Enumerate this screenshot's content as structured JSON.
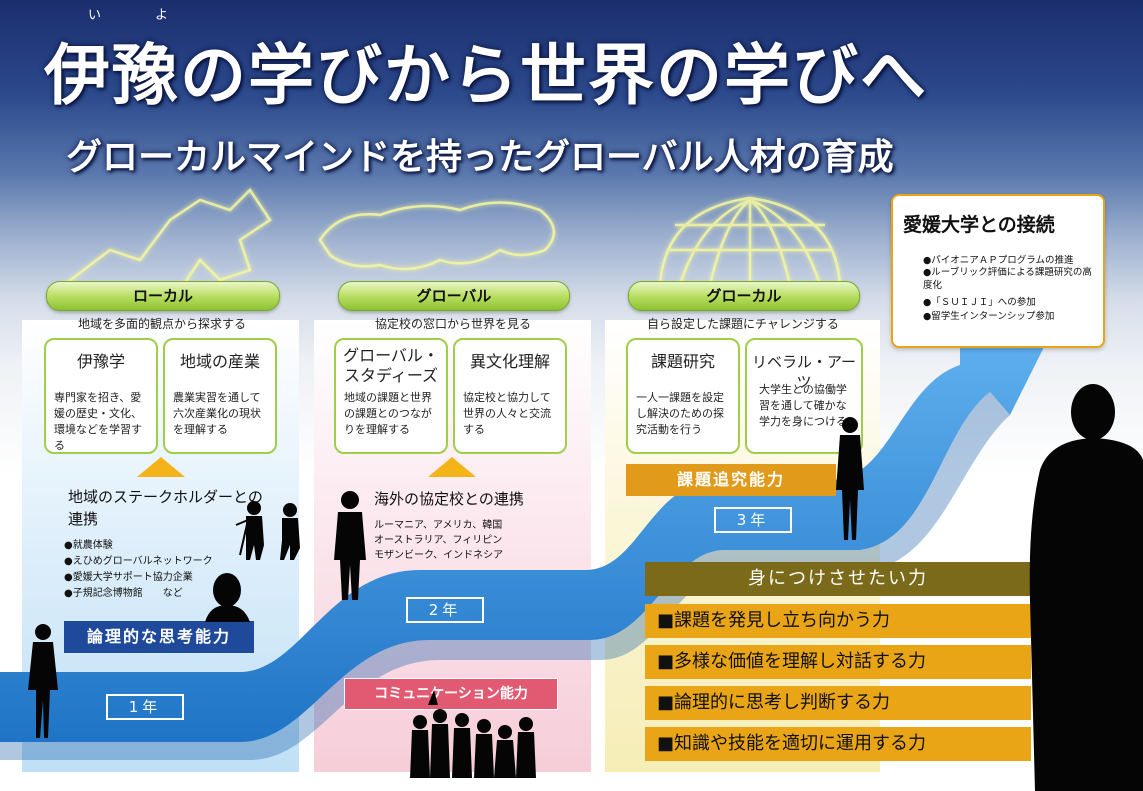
{
  "header": {
    "ruby_i": "い",
    "ruby_yo": "よ",
    "title": "伊豫の学びから世界の学びへ",
    "subtitle": "グローカルマインドを持ったグローバル人材の育成"
  },
  "columns": [
    {
      "pill": "ローカル",
      "subtitle": "地域を多面的観点から探求する",
      "cards": [
        {
          "title": "伊豫学",
          "body": "専門家を招き、愛媛の歴史・文化、環境などを学習する"
        },
        {
          "title": "地域の産業",
          "body": "農業実習を通して六次産業化の現状を理解する"
        }
      ],
      "bottom_title": "地域のステークホルダーとの連携",
      "bottom_items": [
        "●就農体験",
        "●えひめグローバルネットワーク",
        "●愛媛大学サポート協力企業",
        "●子規記念博物館　　など"
      ],
      "ability": "論理的な思考能力",
      "year": "1年"
    },
    {
      "pill": "グローバル",
      "subtitle": "協定校の窓口から世界を見る",
      "cards": [
        {
          "title": "グローバル・スタディーズ",
          "body": "地域の課題と世界の課題とのつながりを理解する"
        },
        {
          "title": "異文化理解",
          "body": "協定校と協力して世界の人々と交流する"
        }
      ],
      "bottom_title": "海外の協定校との連携",
      "bottom_items": [
        "ルーマニア、アメリカ、韓国",
        "オーストラリア、フィリピン",
        "モザンビーク、インドネシア"
      ],
      "ability": "コミュニケーション能力",
      "year": "2年"
    },
    {
      "pill": "グローカル",
      "subtitle": "自ら設定した課題にチャレンジする",
      "cards": [
        {
          "title": "課題研究",
          "body": "一人一課題を設定し解決のための探究活動を行う"
        },
        {
          "title": "リベラル・アーツ",
          "body": "大学生との協働学習を通して確かな学力を身につける"
        }
      ],
      "ability": "課題追究能力",
      "year": "3年"
    }
  ],
  "university": {
    "title": "愛媛大学との接続",
    "items": [
      "●パイオニアＡＰプログラムの推進",
      "●ルーブリック評価による課題研究の高度化",
      "●「ＳＵＩＪＩ」への参加",
      "●留学生インターンシップ参加"
    ]
  },
  "goals": {
    "title": "身につけさせたい力",
    "items": [
      "■課題を発見し立ち向かう力",
      "■多様な価値を理解し対話する力",
      "■論理的に思考し判断する力",
      "■知識や技能を適切に運用する力"
    ]
  },
  "colors": {
    "pill_green": "#b6dc5d",
    "ability_blue": "#1f4a9c",
    "ability_pink": "#e25a72",
    "ability_orange": "#e29a1b",
    "goal_orange": "#e9a516",
    "goal_header": "#7a6a1a",
    "arrow_blue": "#2f8ad8"
  }
}
